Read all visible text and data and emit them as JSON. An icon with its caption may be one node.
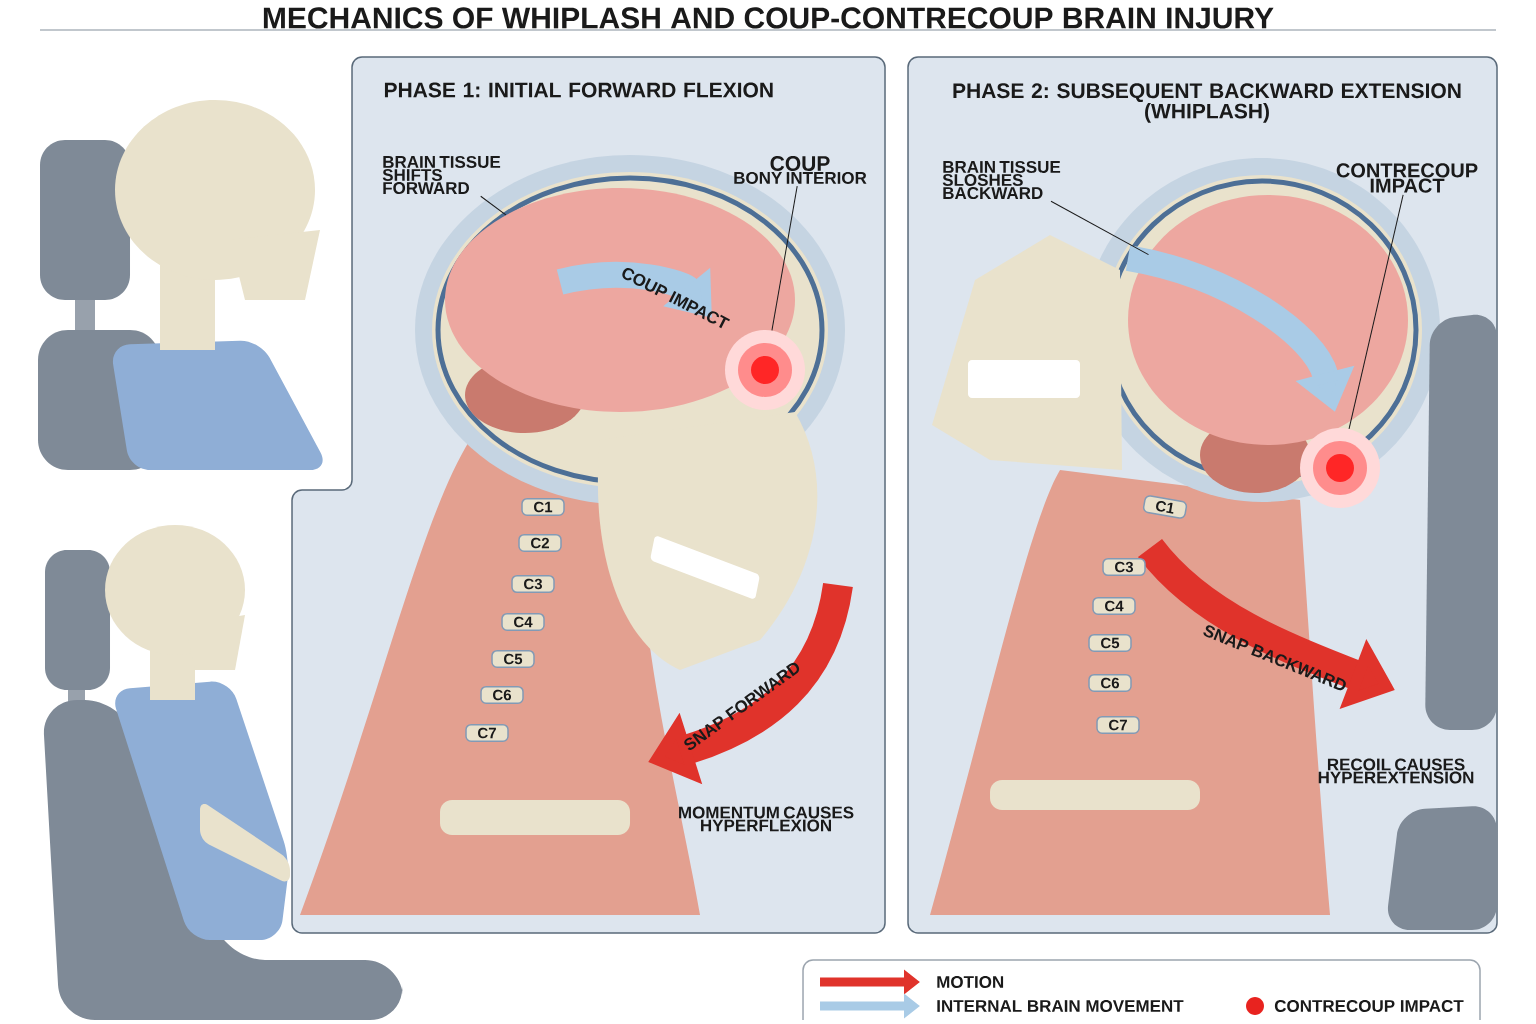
{
  "diagram": {
    "title": "MECHANICS OF WHIPLASH AND COUP-CONTRECOUP BRAIN INJURY",
    "nodes": [
      {
        "text": [
          "PHASE 1: INITIAL FORWARD FLEXION"
        ]
      },
      {
        "text": [
          "BRAIN TISSUE SHIFTS FORWARD"
        ],
        "in": 0
      },
      {
        "text": [
          "COUP",
          "BONY INTERIOR"
        ],
        "in": 0
      },
      {
        "text": [],
        "shape": "picture",
        "in": 0
      },
      {
        "text": [],
        "shape": "circle",
        "in": 0
      },
      {
        "text": [
          "PHASE 2: SUBSEQUENT BACKWARD EXTENSION (WHIPLASH)"
        ]
      },
      {
        "text": [
          "BRAIN TISSUE SLOSHES BACKWARD"
        ],
        "in": 5
      },
      {
        "text": [
          "CONTRECOUP IMPACT"
        ],
        "in": 5
      },
      {
        "text": [],
        "shape": "picture",
        "in": 5
      },
      {
        "text": [],
        "shape": "circle",
        "in": 5
      }
    ],
    "edges": [
      {
        "from": 1,
        "to": 3,
        "arrow": "none"
      },
      {
        "from": 2,
        "to": 4,
        "arrow": "none"
      },
      {
        "from": 6,
        "to": 8,
        "arrow": "none"
      },
      {
        "from": 7,
        "to": 9,
        "arrow": "none"
      }
    ],
    "labels": [
      "COUP IMPACT",
      "C1",
      "C2",
      "C3",
      "C4",
      "C5",
      "C6",
      "C7",
      "SNAP FORWARD",
      "MOMENTUM CAUSES HYPERFLEXION",
      "C1",
      "C3",
      "C4",
      "C5",
      "C6",
      "C7",
      "SNAP BACKWARD",
      "RECOIL CAUSES HYPEREXTENSION"
    ],
    "legend": [
      {
        "text": "MOTION"
      },
      {
        "text": "INTERNAL BRAIN MOVEMENT"
      },
      {
        "text": "CONTRECOUP IMPACT",
        "color": "#e8231f"
      }
    ]
  }
}
